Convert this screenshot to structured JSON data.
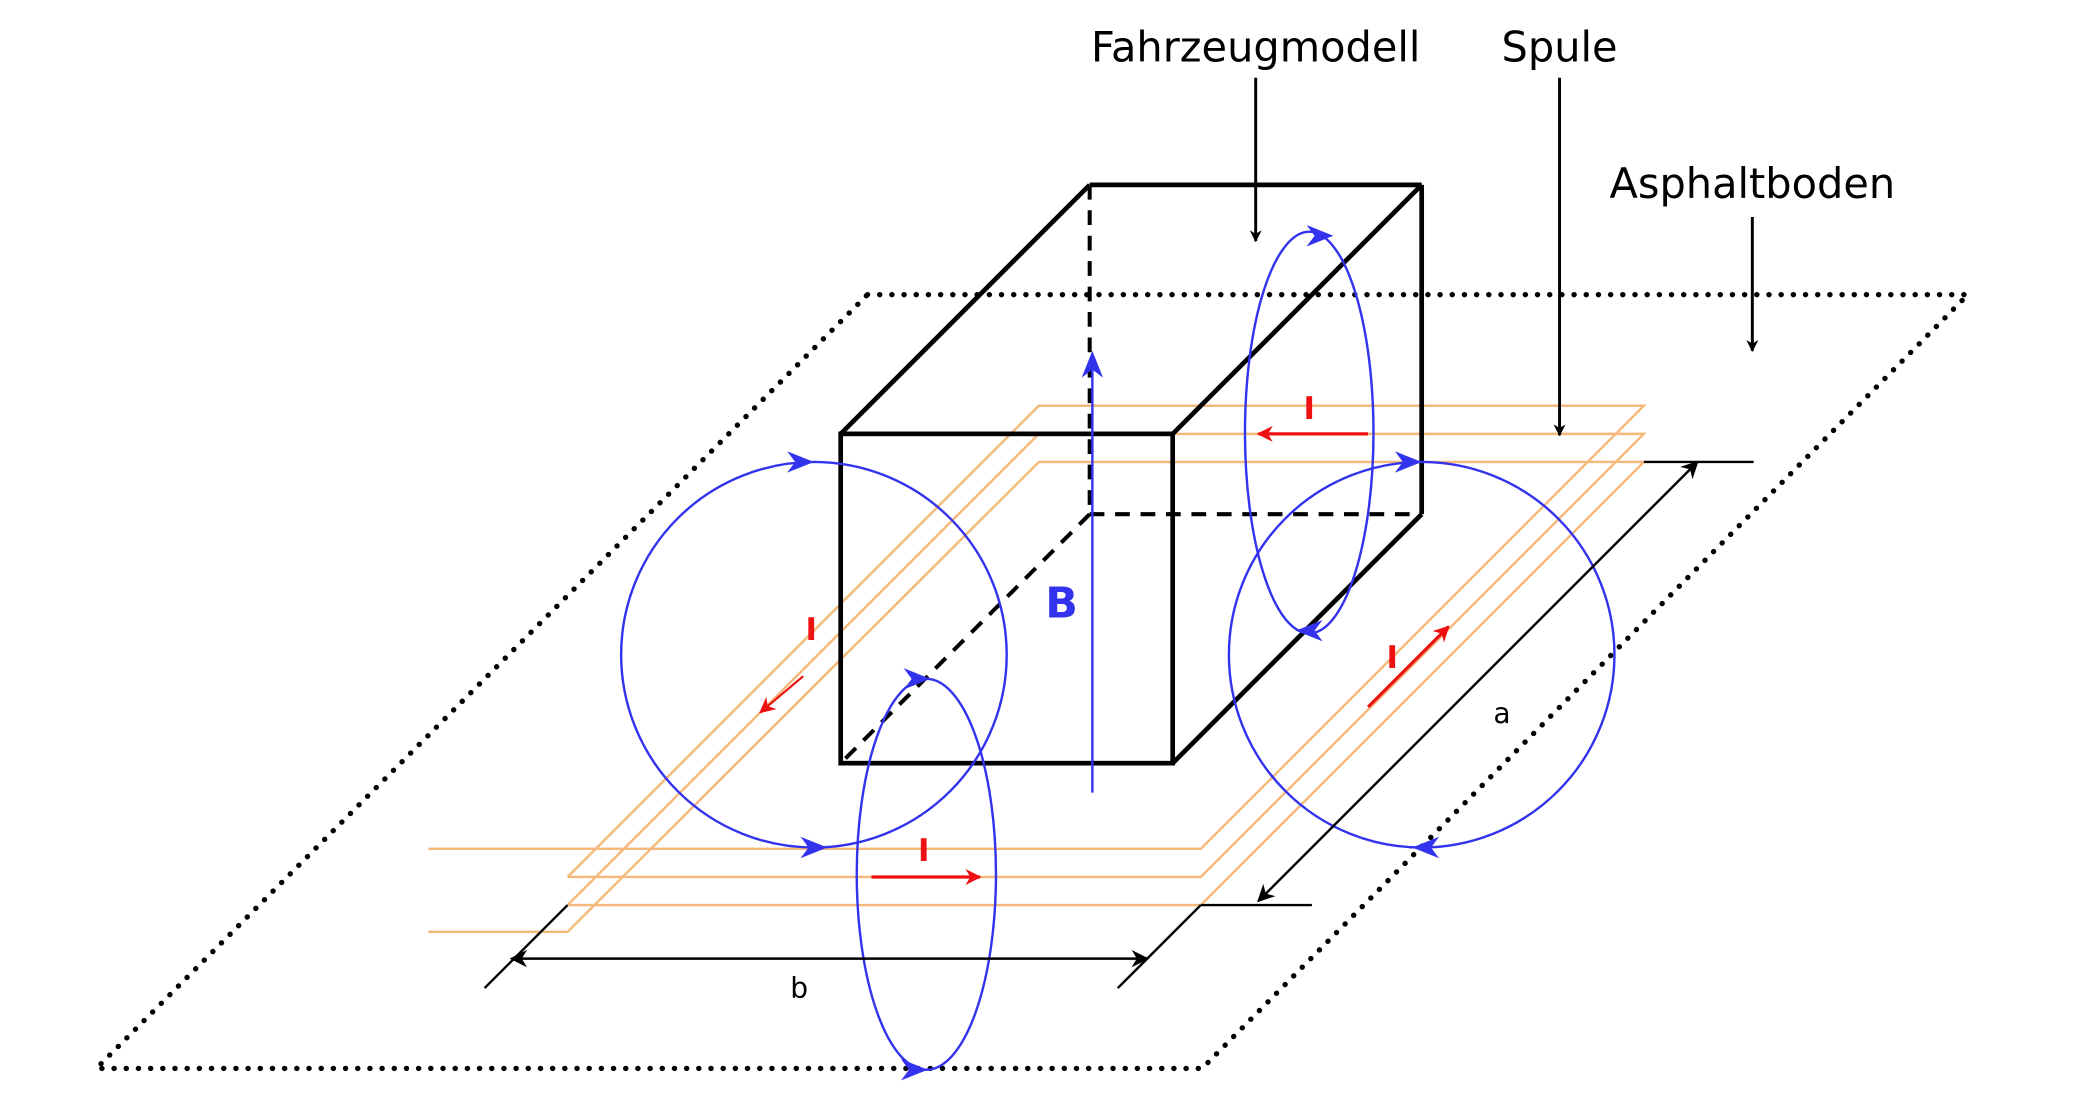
{
  "labels": {
    "vehicle_model": "Fahrzeugmodell",
    "coil": "Spule",
    "asphalt_floor": "Asphaltboden",
    "dimension_a": "a",
    "dimension_b": "b",
    "magnetic_field": "B",
    "current": "I"
  },
  "colors": {
    "outline": "#000000",
    "coil": "#f5b87a",
    "field_lines": "#3333ee",
    "current": "#ee1111"
  }
}
